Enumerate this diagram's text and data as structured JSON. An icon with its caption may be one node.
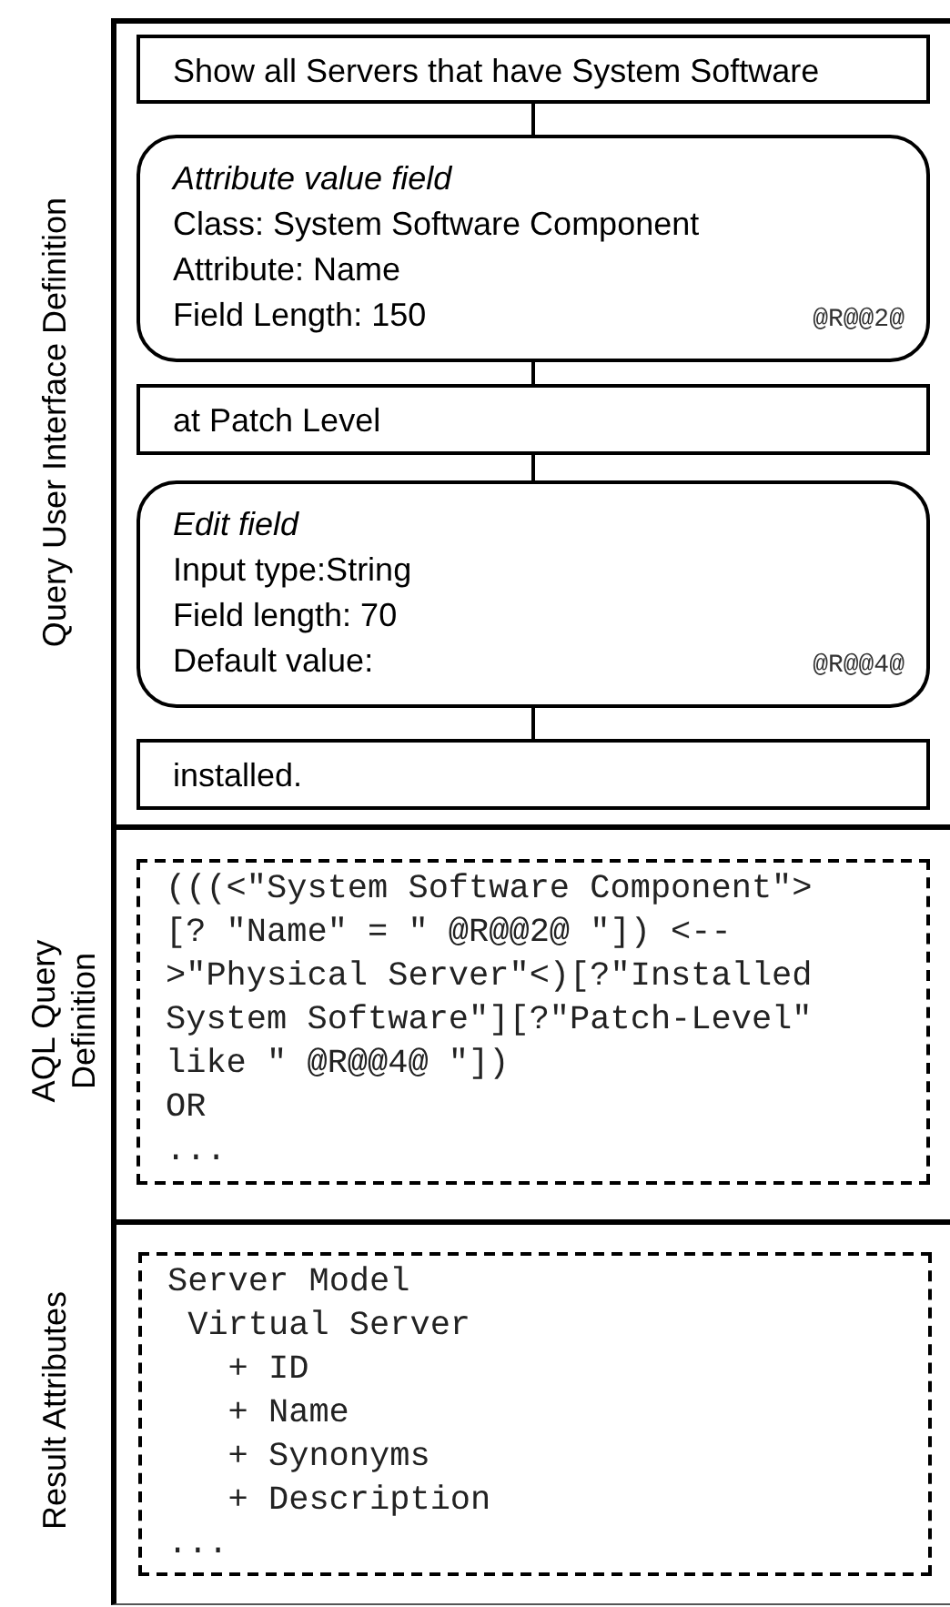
{
  "diagram": {
    "nodes": [
      {
        "text": [
          "Query User Interface Definition"
        ]
      },
      {
        "text": [
          "Show all Servers that have System Software"
        ],
        "in": 0
      },
      {
        "text": [
          "Attribute value field",
          "Class: System Software Component",
          "Attribute: Name",
          "Field Length: 150",
          "@R@@2@"
        ],
        "in": 0
      },
      {
        "text": [
          "at Patch Level"
        ],
        "in": 0
      },
      {
        "text": [
          "Edit field",
          "Input type:String",
          "Field length: 70",
          "Default value:",
          "@R@@4@"
        ],
        "in": 0
      },
      {
        "text": [
          "installed."
        ],
        "in": 0
      },
      {
        "text": [
          "AQL Query Definition"
        ]
      },
      {
        "text": [
          "(((<\"System Software Component\">",
          "[? \"Name\" = \" @R@@2@ \"]) <--",
          ">\"Physical Server\"<)[?\"Installed",
          "System Software\"][?\"Patch-Level\"",
          "like \" @R@@4@ \"])",
          "OR",
          "..."
        ],
        "in": 6
      },
      {
        "text": [
          "Result Attributes"
        ]
      },
      {
        "text": [
          "Server Model",
          "Virtual Server",
          "+ ID",
          "+ Name",
          "+ Synonyms",
          "+ Description",
          "..."
        ],
        "in": 8
      }
    ],
    "edges": [
      {
        "from": 1,
        "to": 2,
        "arrow": "none"
      },
      {
        "from": 2,
        "to": 3,
        "arrow": "none"
      },
      {
        "from": 3,
        "to": 4,
        "arrow": "none"
      },
      {
        "from": 4,
        "to": 5,
        "arrow": "none"
      }
    ]
  }
}
